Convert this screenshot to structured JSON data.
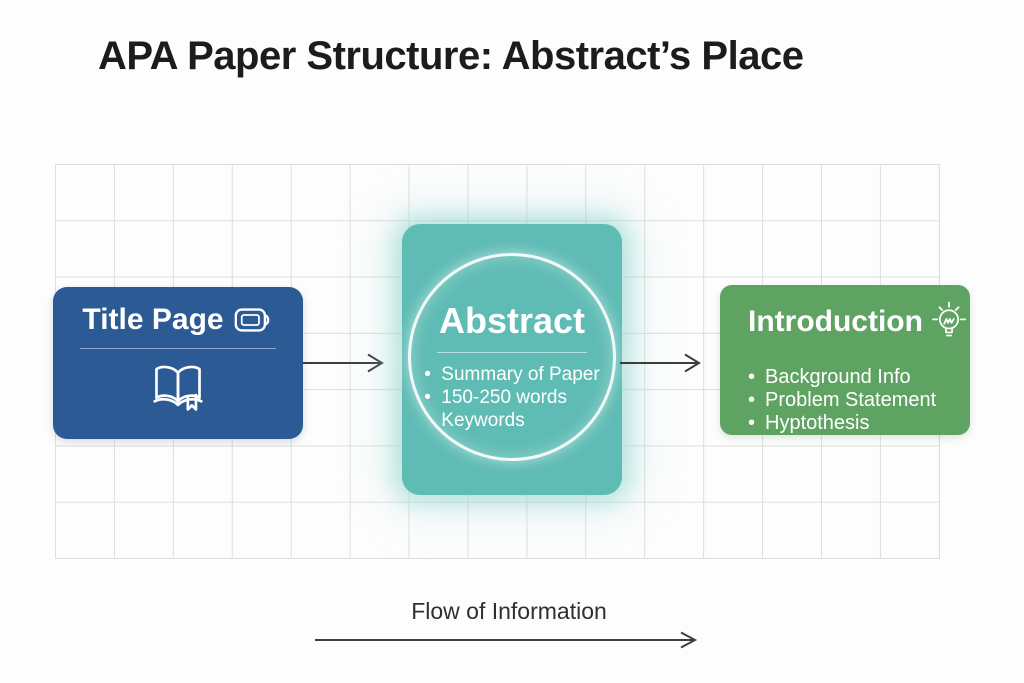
{
  "title": "APA Paper Structure: Abstract’s Place",
  "nodes": {
    "title_page": {
      "label": "Title Page",
      "icons": [
        "battery-icon",
        "open-book-icon"
      ],
      "color": "#2b5a95"
    },
    "abstract": {
      "label": "Abstract",
      "bullets": [
        "Summary of Paper",
        "150-250 words",
        "Keywords"
      ],
      "color": "#5fbcb5"
    },
    "introduction": {
      "label": "Introduction",
      "icons": [
        "lightbulb-icon"
      ],
      "bullets": [
        "Background Info",
        "Problem Statement",
        "Hyptothesis"
      ],
      "color": "#5fa363"
    }
  },
  "flow": {
    "label": "Flow of Information"
  },
  "colors": {
    "node-blue": "#2b5a95",
    "node-teal": "#5fbcb5",
    "node-green": "#5fa363",
    "arrow": "#3d3d3d",
    "grid-line": "#dedede",
    "title-text": "#1c1c1c",
    "canvas-bg": "#fdfdfd"
  }
}
